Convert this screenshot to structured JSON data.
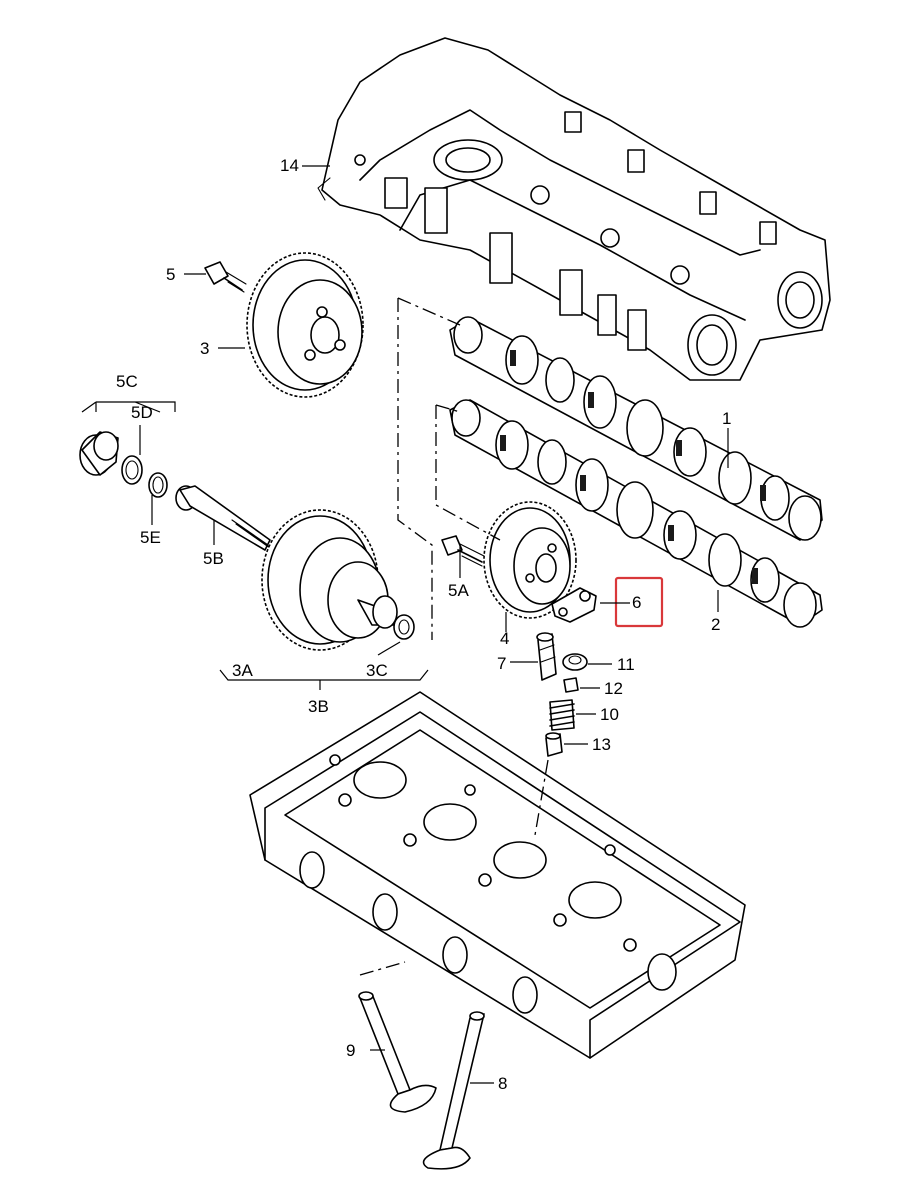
{
  "diagram": {
    "labels": {
      "p1": "1",
      "p2": "2",
      "p3": "3",
      "p3A": "3A",
      "p3B": "3B",
      "p3C": "3C",
      "p4": "4",
      "p5": "5",
      "p5A": "5A",
      "p5B": "5B",
      "p5C": "5C",
      "p5D": "5D",
      "p5E": "5E",
      "p6": "6",
      "p7": "7",
      "p8": "8",
      "p9": "9",
      "p10": "10",
      "p11": "11",
      "p12": "12",
      "p13": "13",
      "p14": "14"
    },
    "highlight": {
      "part": "6",
      "color": "#d9383a"
    }
  }
}
